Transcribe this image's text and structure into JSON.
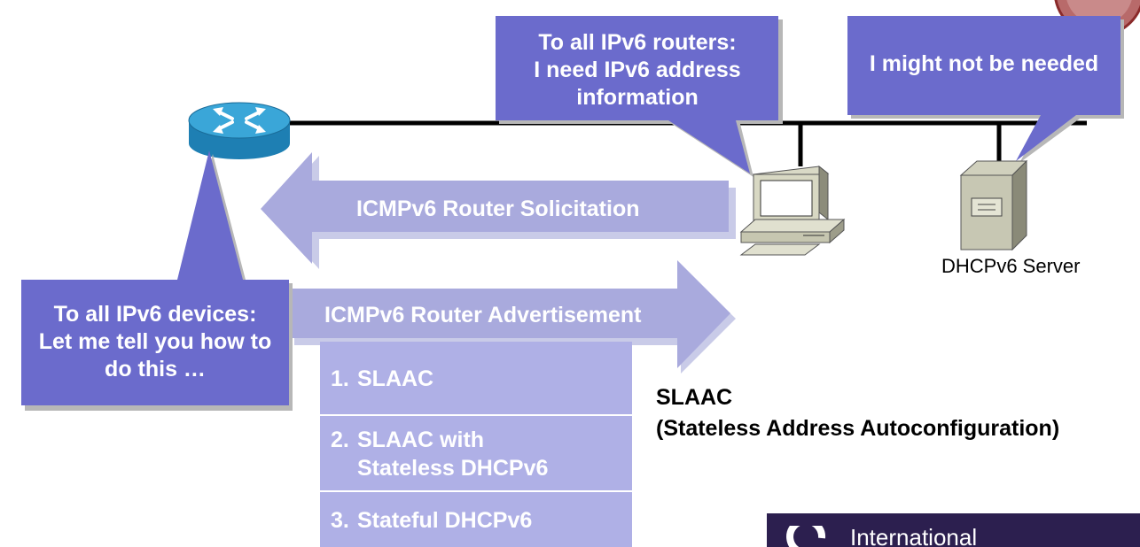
{
  "callouts": {
    "host": [
      "To all IPv6 routers:",
      "I need IPv6 address",
      "information"
    ],
    "server": "I might not be needed",
    "router": [
      "To all IPv6 devices:",
      "Let me tell you how to",
      "do this …"
    ]
  },
  "arrows": {
    "solicitation": "ICMPv6 Router Solicitation",
    "advertisement": "ICMPv6 Router Advertisement"
  },
  "options": [
    {
      "num": "1.",
      "lines": [
        "SLAAC"
      ]
    },
    {
      "num": "2.",
      "lines": [
        "SLAAC with",
        "Stateless DHCPv6"
      ]
    },
    {
      "num": "3.",
      "lines": [
        "Stateful DHCPv6"
      ]
    }
  ],
  "slaac": {
    "title": "SLAAC",
    "expansion": "(Stateless Address Autoconfiguration)"
  },
  "server_label": "DHCPv6 Server",
  "banner_text": "International",
  "colors": {
    "callout": "#6b6bcc",
    "arrow": "#a9aadd",
    "option_box": "#afb0e6",
    "link": "#000000",
    "router": "#2a8fc0"
  }
}
